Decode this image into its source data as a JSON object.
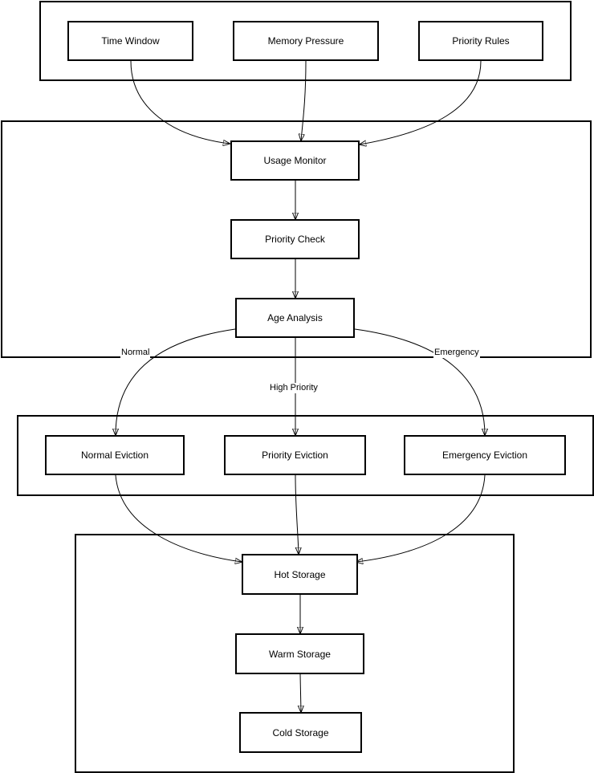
{
  "groups": {
    "inputs": {},
    "analysis": {},
    "eviction": {},
    "storage": {}
  },
  "nodes": {
    "time_window": "Time Window",
    "memory_pressure": "Memory Pressure",
    "priority_rules": "Priority Rules",
    "usage_monitor": "Usage Monitor",
    "priority_check": "Priority Check",
    "age_analysis": "Age Analysis",
    "normal_eviction": "Normal Eviction",
    "priority_eviction": "Priority Eviction",
    "emergency_eviction": "Emergency Eviction",
    "hot_storage": "Hot Storage",
    "warm_storage": "Warm Storage",
    "cold_storage": "Cold Storage"
  },
  "edge_labels": {
    "normal": "Normal",
    "high_priority": "High Priority",
    "emergency": "Emergency"
  },
  "edges": [
    {
      "from": "time_window",
      "to": "usage_monitor"
    },
    {
      "from": "memory_pressure",
      "to": "usage_monitor"
    },
    {
      "from": "priority_rules",
      "to": "usage_monitor"
    },
    {
      "from": "usage_monitor",
      "to": "priority_check"
    },
    {
      "from": "priority_check",
      "to": "age_analysis"
    },
    {
      "from": "age_analysis",
      "to": "normal_eviction",
      "label": "Normal"
    },
    {
      "from": "age_analysis",
      "to": "priority_eviction",
      "label": "High Priority"
    },
    {
      "from": "age_analysis",
      "to": "emergency_eviction",
      "label": "Emergency"
    },
    {
      "from": "normal_eviction",
      "to": "hot_storage"
    },
    {
      "from": "priority_eviction",
      "to": "hot_storage"
    },
    {
      "from": "emergency_eviction",
      "to": "hot_storage"
    },
    {
      "from": "hot_storage",
      "to": "warm_storage"
    },
    {
      "from": "warm_storage",
      "to": "cold_storage"
    }
  ],
  "colors": {
    "stroke": "#000000",
    "background": "#ffffff",
    "text": "#000000"
  }
}
